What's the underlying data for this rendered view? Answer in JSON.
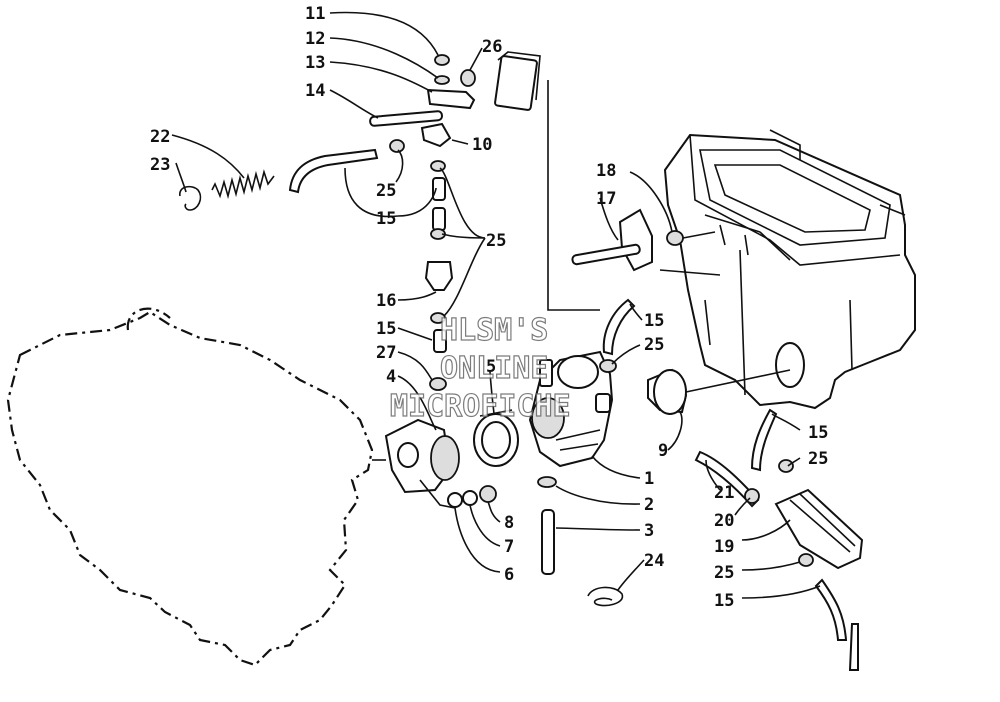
{
  "callouts": [
    {
      "id": "c11",
      "text": "11"
    },
    {
      "id": "c12",
      "text": "12"
    },
    {
      "id": "c13",
      "text": "13"
    },
    {
      "id": "c14",
      "text": "14"
    },
    {
      "id": "c26",
      "text": "26"
    },
    {
      "id": "c10",
      "text": "10"
    },
    {
      "id": "c22",
      "text": "22"
    },
    {
      "id": "c23",
      "text": "23"
    },
    {
      "id": "c25a",
      "text": "25"
    },
    {
      "id": "c15a",
      "text": "15"
    },
    {
      "id": "c25b",
      "text": "25"
    },
    {
      "id": "c16",
      "text": "16"
    },
    {
      "id": "c15b",
      "text": "15"
    },
    {
      "id": "c27",
      "text": "27"
    },
    {
      "id": "c4",
      "text": "4"
    },
    {
      "id": "c5",
      "text": "5"
    },
    {
      "id": "c18",
      "text": "18"
    },
    {
      "id": "c17",
      "text": "17"
    },
    {
      "id": "c15c",
      "text": "15"
    },
    {
      "id": "c25c",
      "text": "25"
    },
    {
      "id": "c9",
      "text": "9"
    },
    {
      "id": "c1",
      "text": "1"
    },
    {
      "id": "c2",
      "text": "2"
    },
    {
      "id": "c3",
      "text": "3"
    },
    {
      "id": "c8",
      "text": "8"
    },
    {
      "id": "c7",
      "text": "7"
    },
    {
      "id": "c6",
      "text": "6"
    },
    {
      "id": "c24",
      "text": "24"
    },
    {
      "id": "c15d",
      "text": "15"
    },
    {
      "id": "c25d",
      "text": "25"
    },
    {
      "id": "c21",
      "text": "21"
    },
    {
      "id": "c20",
      "text": "20"
    },
    {
      "id": "c19",
      "text": "19"
    },
    {
      "id": "c25e",
      "text": "25"
    },
    {
      "id": "c15e",
      "text": "15"
    }
  ],
  "watermark": [
    "HLSM'S",
    "ONLINE",
    "MICROFICHE"
  ]
}
